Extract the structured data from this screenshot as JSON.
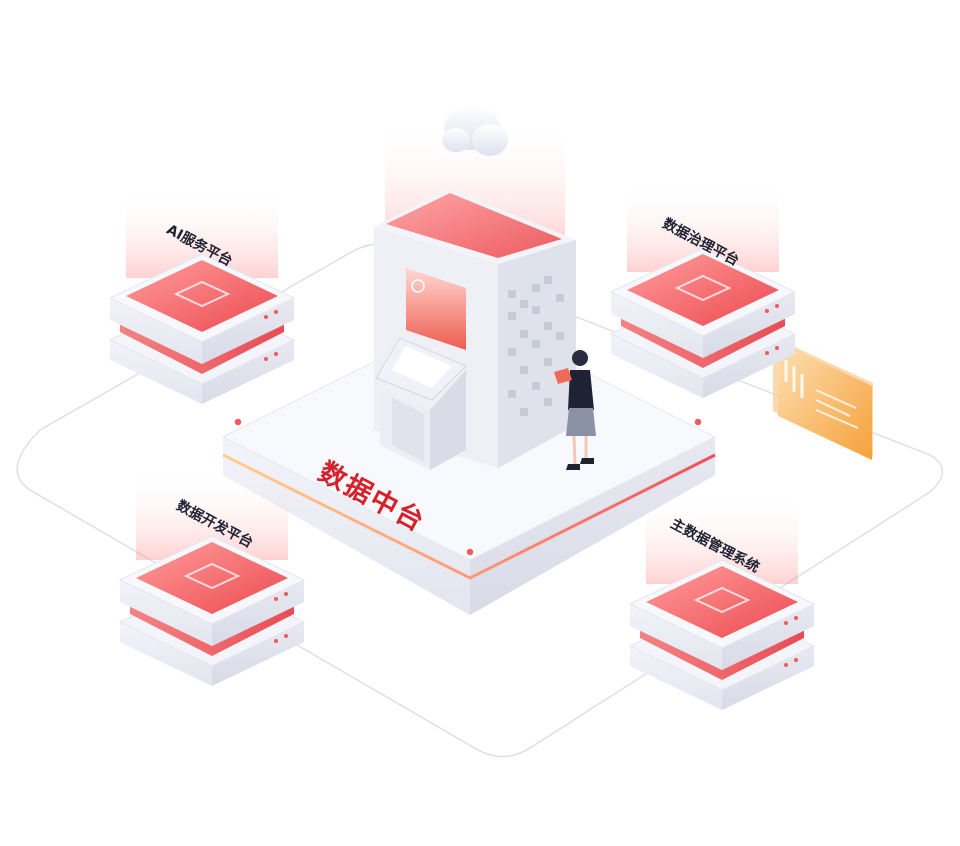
{
  "center": {
    "title": "数据中台"
  },
  "nodes": [
    {
      "id": "ai",
      "label": "AI服务平台"
    },
    {
      "id": "governance",
      "label": "数据治理平台"
    },
    {
      "id": "dev",
      "label": "数据开发平台"
    },
    {
      "id": "mdm",
      "label": "主数据管理系统"
    }
  ],
  "colors": {
    "accent": "#d8202a",
    "pad_red": "#f05a5a",
    "card_orange": "#f7a743",
    "server_white": "#f4f5fb",
    "line_grey": "#d9dbe3"
  }
}
